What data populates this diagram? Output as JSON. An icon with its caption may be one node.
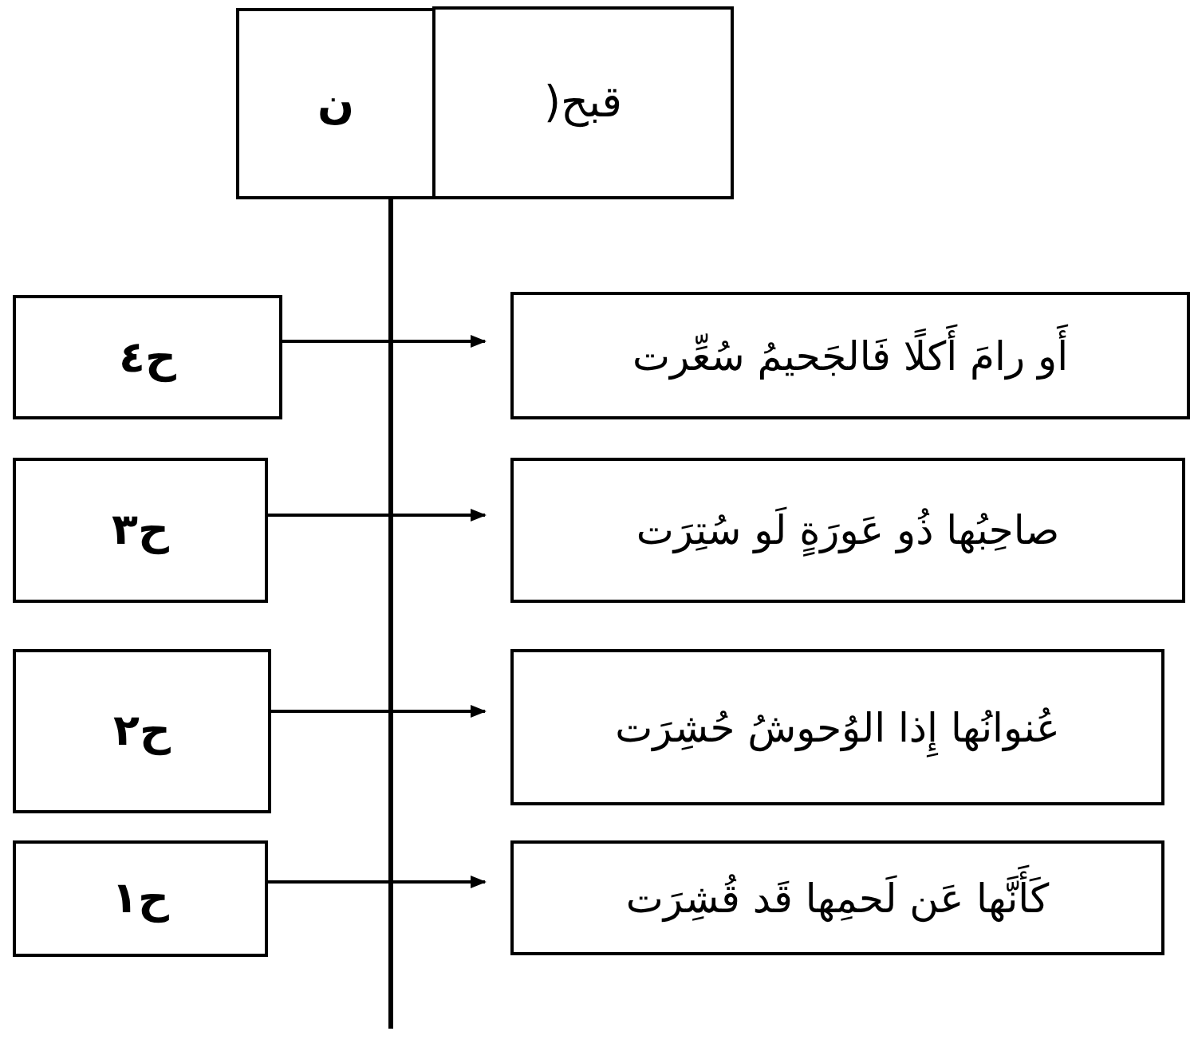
{
  "diagram": {
    "nodes": [
      {
        "text": [
          "ن"
        ]
      },
      {
        "text": [
          "قبح("
        ]
      },
      {
        "text": [
          "أَو رامَ أَكلًا فَالجَحيمُ سُعِّرت"
        ]
      },
      {
        "text": [
          "ح٤"
        ]
      },
      {
        "text": [
          "صاحِبُها ذُو عَورَةٍ لَو سُتِرَت"
        ]
      },
      {
        "text": [
          "ح٣"
        ]
      },
      {
        "text": [
          "عُنوانُها إِذا الوُحوشُ حُشِرَت"
        ]
      },
      {
        "text": [
          "ح٢"
        ]
      },
      {
        "text": [
          "كَأَنَّها عَن لَحمِها قَد قُشِرَت"
        ]
      },
      {
        "text": [
          "ح١"
        ]
      }
    ],
    "edges": [
      {
        "from": 3,
        "to": 2,
        "arrow": "to"
      },
      {
        "from": 5,
        "to": 4,
        "arrow": "to"
      },
      {
        "from": 7,
        "to": 6,
        "arrow": "to"
      },
      {
        "from": 9,
        "to": 8,
        "arrow": "to"
      }
    ]
  }
}
